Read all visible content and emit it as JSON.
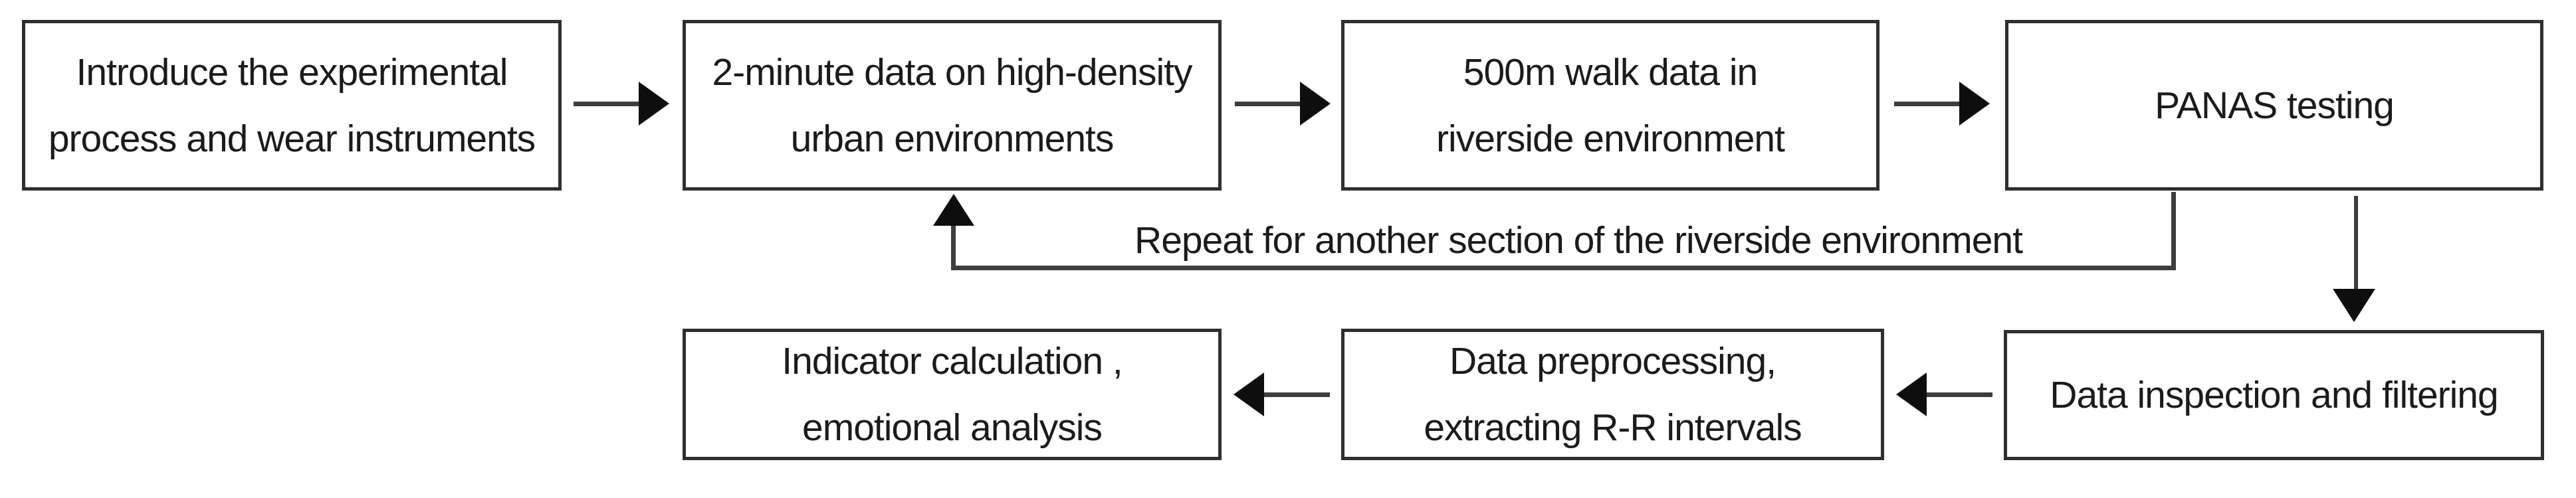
{
  "diagram": {
    "nodes": [
      {
        "id": "intro",
        "line1": "Introduce the experimental",
        "line2": "process and wear instruments"
      },
      {
        "id": "urban",
        "line1": "2-minute data on high-density",
        "line2": "urban environments"
      },
      {
        "id": "riverside",
        "line1": "500m walk data in",
        "line2": "riverside environment"
      },
      {
        "id": "panas",
        "line1": "PANAS testing"
      },
      {
        "id": "inspection",
        "line1": "Data inspection and filtering"
      },
      {
        "id": "preprocess",
        "line1": "Data preprocessing,",
        "line2": "extracting R-R intervals"
      },
      {
        "id": "indicator",
        "line1": "Indicator calculation ,",
        "line2": "emotional analysis"
      }
    ],
    "loop_label": "Repeat for another section of the riverside environment",
    "colors": {
      "background": "#ffffff",
      "border": "#2f2f2f",
      "line": "#3d3d3d",
      "arrowhead": "#0e0e0e",
      "text": "#1b1b1b"
    }
  }
}
